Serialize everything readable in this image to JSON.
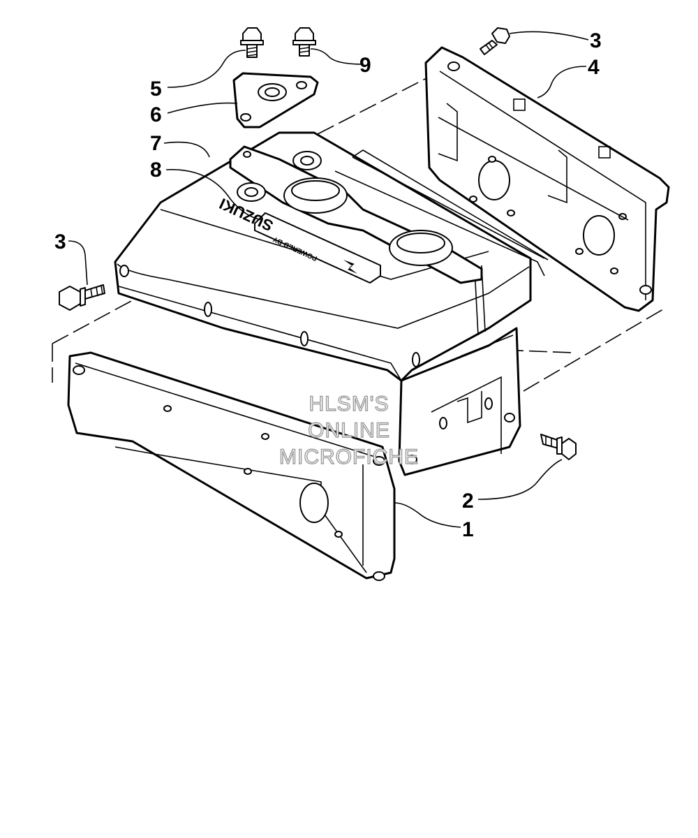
{
  "callouts": {
    "c1": "1",
    "c2": "2",
    "c3_top": "3",
    "c3_left": "3",
    "c4": "4",
    "c5": "5",
    "c6": "6",
    "c7": "7",
    "c8": "8",
    "c9": "9"
  },
  "logo": {
    "line1": "POWERED BY",
    "line2": "SUZUKI"
  },
  "watermark": {
    "line1": "HLSM'S",
    "line2": "ONLINE",
    "line3": "MICROFICHE"
  },
  "colors": {
    "ink": "#000000",
    "paper": "#ffffff",
    "watermark": "#9a9a9a"
  }
}
